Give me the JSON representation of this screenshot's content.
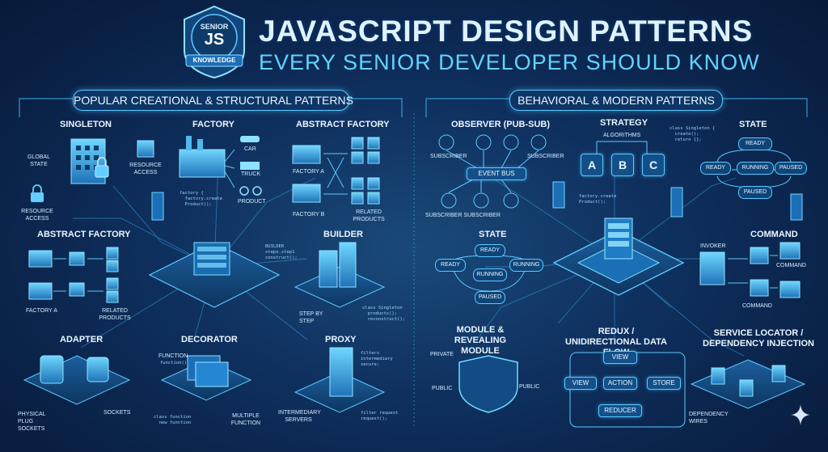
{
  "badge": {
    "line1": "SENIOR",
    "line2": "JS",
    "line3": "KNOWLEDGE"
  },
  "title": {
    "main": "JAVASCRIPT DESIGN PATTERNS",
    "sub": "EVERY SENIOR DEVELOPER SHOULD KNOW"
  },
  "left_section": "POPULAR CREATIONAL & STRUCTURAL PATTERNS",
  "right_section": "BEHAVIORAL & MODERN PATTERNS",
  "singleton": {
    "title": "SINGLETON",
    "global_state": "GLOBAL STATE",
    "resource_access_1": "RESOURCE ACCESS",
    "resource_access_2": "RESOURCE ACCESS"
  },
  "factory": {
    "title": "FACTORY",
    "car": "CAR",
    "truck": "TRUCK",
    "product": "PRODUCT",
    "code": "factory {\n  factory.create\n  Product();"
  },
  "abstract_factory_top": {
    "title": "ABSTRACT FACTORY",
    "factory_a": "FACTORY A",
    "factory_b": "FACTORY B",
    "related": "RELATED PRODUCTS"
  },
  "abstract_factory_left": {
    "title": "ABSTRACT FACTORY",
    "factory_a": "FACTORY A",
    "related": "RELATED PRODUCTS"
  },
  "builder": {
    "title": "BUILDER",
    "step": "STEP BY STEP",
    "code1": "BUILDER\nsteps.step1\nconstruct();",
    "code2": "class Singleton\n  products();\n  reconstruct();"
  },
  "adapter": {
    "title": "ADAPTER",
    "physical": "PHYSICAL PLUG SOCKETS",
    "sockets": "SOCKETS"
  },
  "decorator": {
    "title": "DECORATOR",
    "function": "FUNCTION",
    "multiple": "MULTIPLE FUNCTION",
    "code1": "function()",
    "code2": "class function\n  new function"
  },
  "proxy": {
    "title": "PROXY",
    "servers": "INTERMEDIARY SERVERS",
    "code1": "filters\nintermediary\nsecure;",
    "code2": "filter request\nrequest();"
  },
  "observer": {
    "title": "OBSERVER (PUB-SUB)",
    "subscriber": "SUBSCRIBER",
    "event_bus": "EVENT BUS",
    "bottom": "SUBSCRIBER SUBSCRIBER"
  },
  "strategy": {
    "title": "STRATEGY",
    "algorithms": "ALGORITHMS",
    "a": "A",
    "b": "B",
    "c": "C",
    "code": "factory.create\nProduct();"
  },
  "state_top": {
    "title": "STATE",
    "ready": "READY",
    "running": "RUNNING",
    "paused_1": "PAUSED",
    "paused_2": "PAUSED",
    "ready_2": "READY",
    "code": "class Singleton {\n  create();\n  return {};"
  },
  "state_mid": {
    "title": "STATE",
    "ready_1": "READY",
    "ready_2": "READY",
    "running_1": "RUNNING",
    "running_2": "RUNNING",
    "paused": "PAUSED"
  },
  "command": {
    "title": "COMMAND",
    "invoker": "INVOKER",
    "command_1": "COMMAND",
    "command_2": "COMMAND"
  },
  "module": {
    "title": "MODULE & REVEALING MODULE",
    "private": "PRIVATE",
    "public": "PUBLIC",
    "public_2": "PUBLIC"
  },
  "redux": {
    "title": "REDUX / UNIDIRECTIONAL DATA FLOW",
    "view_top": "VIEW",
    "view": "VIEW",
    "action": "ACTION",
    "store": "STORE",
    "reducer": "REDUCER"
  },
  "service": {
    "title": "SERVICE LOCATOR / DEPENDENCY INJECTION",
    "wires": "DEPENDENCY WIRES"
  }
}
